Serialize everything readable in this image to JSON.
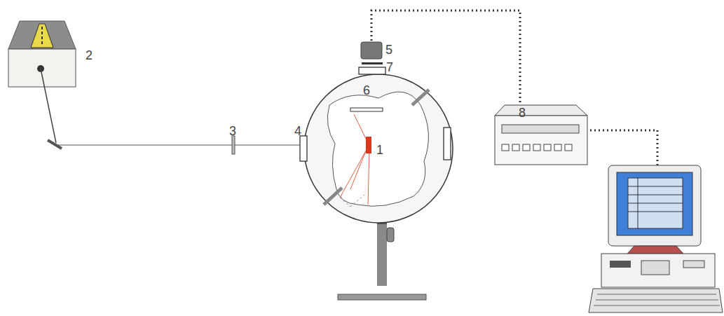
{
  "diagram": {
    "labels": [
      "2",
      "5",
      "7",
      "6",
      "3",
      "4",
      "1",
      "8"
    ]
  }
}
